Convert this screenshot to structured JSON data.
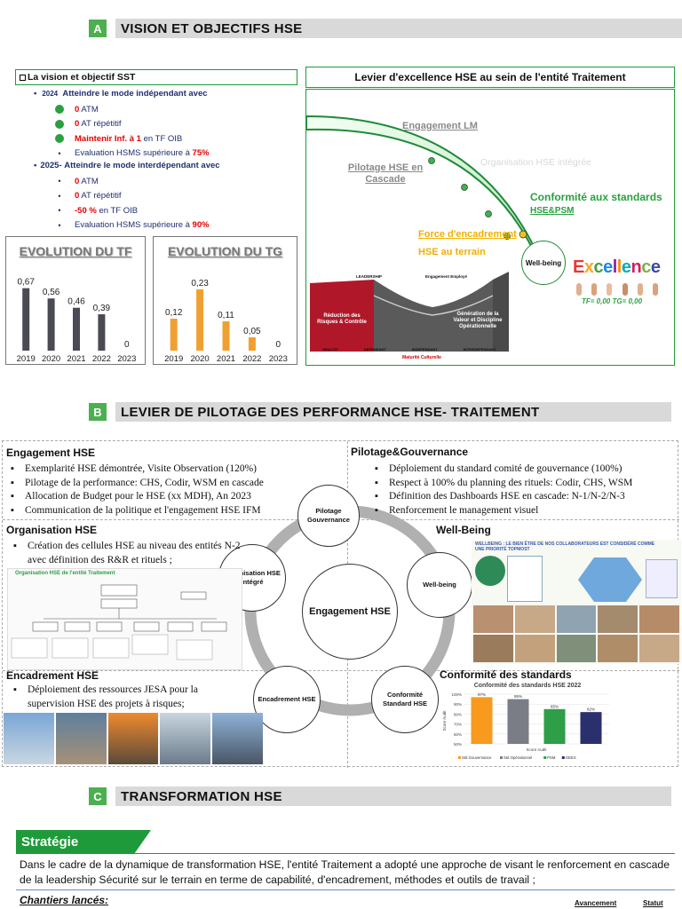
{
  "sectionA": {
    "letter": "A",
    "title": "VISION ET OBJECTIFS HSE"
  },
  "vision": {
    "title": "La vision et objectif SST",
    "y2024": {
      "year": "2024",
      "text": "Atteindre le mode indépendant avec"
    },
    "items2024": [
      {
        "value": "0",
        "text": " ATM"
      },
      {
        "value": "0",
        "text": " AT répétitif"
      },
      {
        "value": "Maintenir Inf. à 1",
        "text": " en TF OIB"
      },
      {
        "value": "",
        "text": "Evaluation HSMS supérieure à ",
        "suffix": "75%"
      }
    ],
    "y2025": {
      "year": "2025-",
      "text": "Atteindre le mode interdépendant avec"
    },
    "items2025": [
      {
        "value": "0",
        "text": " ATM"
      },
      {
        "value": "0",
        "text": " AT répétitif"
      },
      {
        "value": "-50 %",
        "text": " en TF OIB"
      },
      {
        "value": "",
        "text": "Evaluation HSMS supérieure à ",
        "suffix": "90%"
      }
    ]
  },
  "chart_data": [
    {
      "type": "bar",
      "title": "EVOLUTION DU TF",
      "categories": [
        "2019",
        "2020",
        "2021",
        "2022",
        "2023"
      ],
      "values": [
        0.67,
        0.56,
        0.46,
        0.39,
        0
      ],
      "labels": [
        "0,67",
        "0,56",
        "0,46",
        "0,39",
        "0"
      ],
      "color": "#4a4a55",
      "ylim": [
        0,
        0.8
      ]
    },
    {
      "type": "bar",
      "title": "EVOLUTION DU TG",
      "categories": [
        "2019",
        "2020",
        "2021",
        "2022",
        "2023"
      ],
      "values": [
        0.12,
        0.23,
        0.11,
        0.05,
        0
      ],
      "labels": [
        "0,12",
        "0,23",
        "0,11",
        "0,05",
        "0"
      ],
      "color": "#f0a030",
      "ylim": [
        0,
        0.28
      ]
    },
    {
      "type": "bar",
      "title": "Conformité des standards HSE 2022",
      "xlabel": "Score Audit",
      "ylabel": "Score Audit",
      "categories": [
        "Std Gouvernance",
        "Std Opérationnel",
        "PSM",
        "GEEX"
      ],
      "values": [
        97,
        95,
        85,
        82
      ],
      "labels": [
        "97%",
        "95%",
        "85%",
        "82%"
      ],
      "colors": [
        "#f79a1e",
        "#7a7d86",
        "#2e9e48",
        "#2a2f6e"
      ],
      "yticks": [
        "100%",
        "90%",
        "80%",
        "70%",
        "60%",
        "50%"
      ],
      "ylim": [
        50,
        100
      ]
    }
  ],
  "levier": {
    "title": "Levier d'excellence HSE au sein de l'entité Traitement",
    "engagement_lm": "Engagement LM",
    "pilotage": "Pilotage HSE en Cascade",
    "organisation": "Organisation HSE intégrée",
    "conformite": "Conformité aux standards",
    "hse_psm": "HSE&PSM",
    "force": "Force d'encadrement",
    "terrain": "HSE au terrain",
    "wellbeing": "Well-being",
    "excellence": "Excellence",
    "tf_tg": "TF= 0,00   TG= 0,00",
    "stages": [
      "Réduction des Risques & Contrôle",
      "Génération de la Valeur et Discipline Opérationnelle"
    ],
    "leadership": "LEADERSHIP",
    "engagement_employe": "Engagement Employé",
    "culture": "Maturité Culturelle",
    "modes": [
      "REACTIF",
      "DEPENDANT",
      "INDEPENDANT",
      "INTERDEPENDANT"
    ]
  },
  "sectionB": {
    "letter": "B",
    "title": "LEVIER DE PILOTAGE DES PERFORMANCE HSE- TRAITEMENT"
  },
  "engagementHSE": {
    "title": "Engagement HSE",
    "items": [
      "Exemplarité HSE démontrée, Visite Observation (120%)",
      "Pilotage de la performance: CHS, Codir, WSM en cascade",
      "Allocation de Budget pour le HSE (xx MDH), An 2023",
      "Communication de la politique et l'engagement HSE IFM"
    ]
  },
  "pilotageGov": {
    "title": "Pilotage&Gouvernance",
    "items": [
      "Déploiement du standard comité de gouvernance (100%)",
      "Respect à 100% du planning des rituels: Codir, CHS, WSM",
      "Définition des Dashboards HSE en cascade: N-1/N-2/N-3",
      "Renforcement le management visuel"
    ]
  },
  "organisationHSE": {
    "title": "Organisation HSE",
    "items": [
      "Création des cellules HSE au niveau des entités N-2 avec définition des R&R et rituels ;"
    ],
    "chart_title": "Organisation HSE de l'entité Traitement"
  },
  "wellBeingPanel": {
    "title": "Well-Being",
    "banner": "WELLBEING : LE BIEN ÊTRE DE NOS COLLABORATEURS EST CONSIDÉRÉ COMME UNE PRIORITÉ TOPMOST"
  },
  "encadrementHSE": {
    "title": "Encadrement HSE",
    "items": [
      "Déploiement des ressources JESA pour la supervision HSE des projets à risques;"
    ]
  },
  "conformitePanel": {
    "title": "Conformité des standards"
  },
  "wheel": {
    "center": "Engagement HSE",
    "nodes": {
      "pilotage": "Pilotage Gouvernance",
      "organisation": "Organisation HSE intégré",
      "wellbeing": "Well-being",
      "encadrement": "Encadrement HSE",
      "conformite": "Conformité Standard HSE"
    }
  },
  "sectionC": {
    "letter": "C",
    "title": "TRANSFORMATION HSE"
  },
  "strategie": {
    "title": "Stratégie",
    "text": "Dans le cadre de la dynamique de transformation HSE, l'entité Traitement a adopté une approche de visant le renforcement en cascade de la leadership Sécurité sur le terrain en terme de capabilité, d'encadrement, méthodes et outils de travail ;"
  },
  "chantiers": {
    "title": "Chantiers lancés:",
    "col1": "Avancement",
    "col2": "Statut"
  }
}
